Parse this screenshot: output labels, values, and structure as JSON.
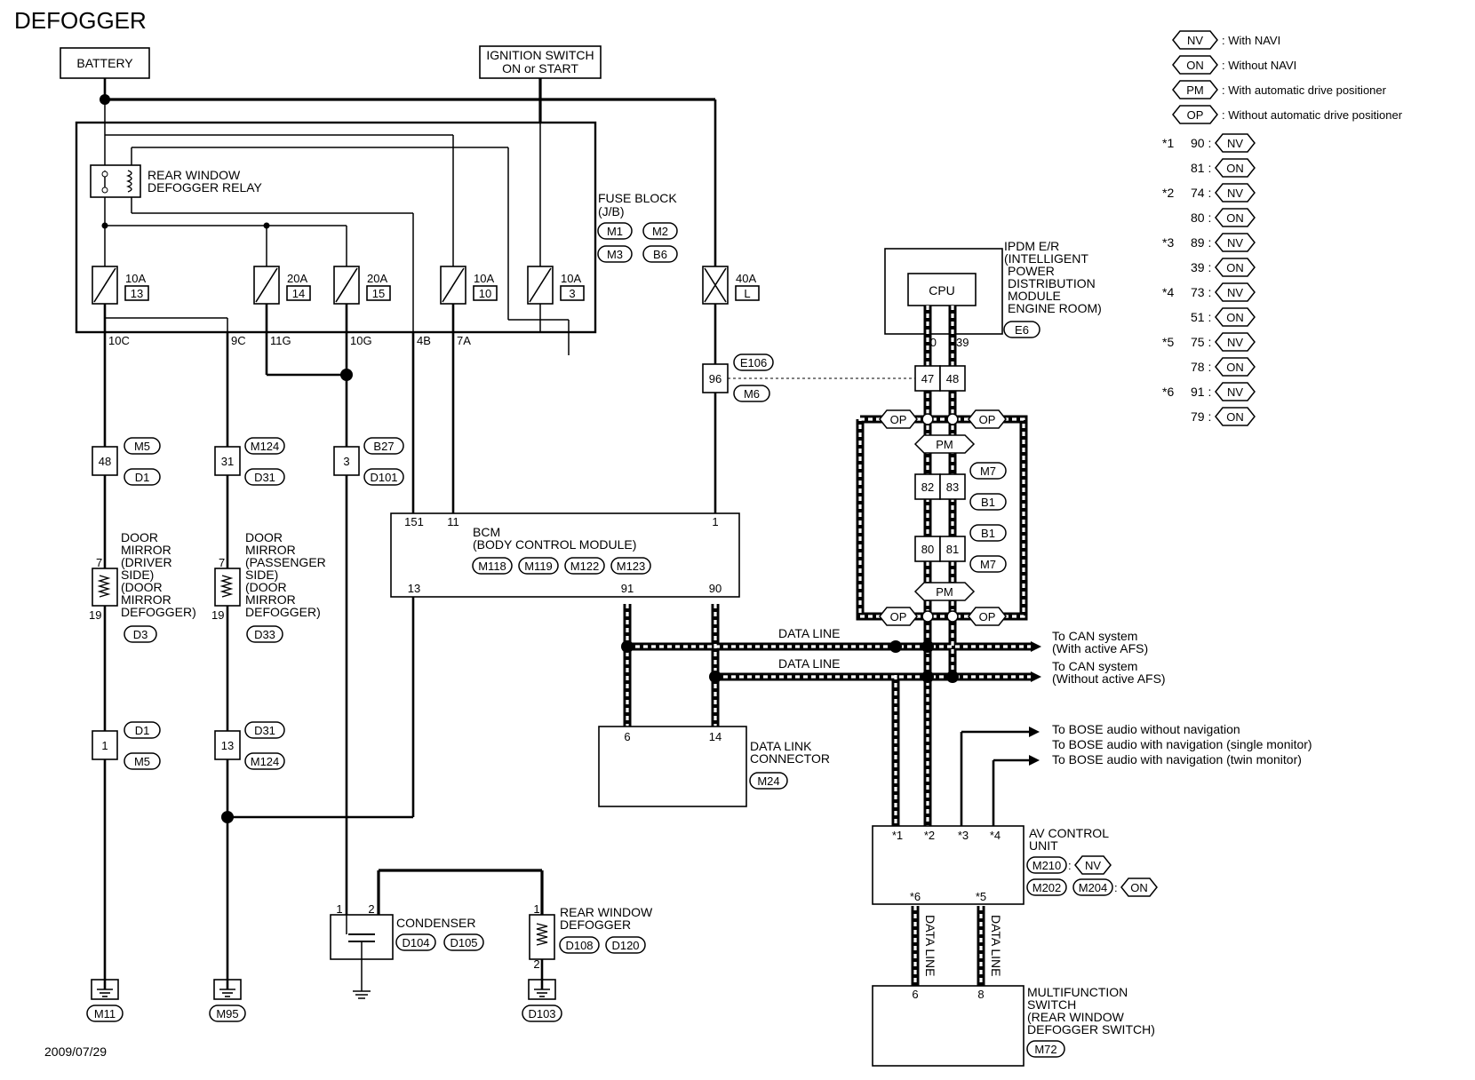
{
  "title": "DEFOGGER",
  "date": "2009/07/29",
  "legend": [
    {
      "code": "NV",
      "text": ": With NAVI"
    },
    {
      "code": "ON",
      "text": ": Without NAVI"
    },
    {
      "code": "PM",
      "text": ": With automatic drive positioner"
    },
    {
      "code": "OP",
      "text": ": Without automatic drive positioner"
    }
  ],
  "star_table": [
    {
      "star": "*1",
      "rows": [
        {
          "pin": "90 :",
          "code": "NV"
        },
        {
          "pin": "81 :",
          "code": "ON"
        }
      ]
    },
    {
      "star": "*2",
      "rows": [
        {
          "pin": "74 :",
          "code": "NV"
        },
        {
          "pin": "80 :",
          "code": "ON"
        }
      ]
    },
    {
      "star": "*3",
      "rows": [
        {
          "pin": "89 :",
          "code": "NV"
        },
        {
          "pin": "39 :",
          "code": "ON"
        }
      ]
    },
    {
      "star": "*4",
      "rows": [
        {
          "pin": "73 :",
          "code": "NV"
        },
        {
          "pin": "51 :",
          "code": "ON"
        }
      ]
    },
    {
      "star": "*5",
      "rows": [
        {
          "pin": "75 :",
          "code": "NV"
        },
        {
          "pin": "78 :",
          "code": "ON"
        }
      ]
    },
    {
      "star": "*6",
      "rows": [
        {
          "pin": "91 :",
          "code": "NV"
        },
        {
          "pin": "79 :",
          "code": "ON"
        }
      ]
    }
  ],
  "battery": "BATTERY",
  "ignition": {
    "line1": "IGNITION SWITCH",
    "line2": "ON or START"
  },
  "relay": {
    "line1": "REAR WINDOW",
    "line2": "DEFOGGER RELAY"
  },
  "fuse_block": {
    "line1": "FUSE BLOCK",
    "line2": "(J/B)",
    "connectors": [
      "M1",
      "M2",
      "M3",
      "B6"
    ],
    "fuses": [
      {
        "amp": "10A",
        "num": "13"
      },
      {
        "amp": "20A",
        "num": "14"
      },
      {
        "amp": "20A",
        "num": "15"
      },
      {
        "amp": "10A",
        "num": "10"
      },
      {
        "amp": "10A",
        "num": "3"
      },
      {
        "amp": "40A",
        "num": "L"
      }
    ],
    "terminals": [
      "10C",
      "9C",
      "11G",
      "10G",
      "4B",
      "7A"
    ]
  },
  "ipdm": {
    "line1": "IPDM E/R",
    "line2": "(INTELLIGENT",
    "line3": "POWER",
    "line4": "DISTRIBUTION",
    "line5": "MODULE",
    "line6": "ENGINE ROOM)",
    "cpu": "CPU",
    "connector": "E6",
    "pin1": "40",
    "pin2": "39"
  },
  "e106": {
    "pin": "96",
    "conn1": "E106",
    "conn2": "M6"
  },
  "joint_47_48": [
    "47",
    "48"
  ],
  "joint_82_83": {
    "pins": [
      "82",
      "83"
    ],
    "conn1": "M7",
    "conn2": "B1"
  },
  "joint_80_81": {
    "pins": [
      "80",
      "81"
    ],
    "conn1": "B1",
    "conn2": "M7"
  },
  "op": "OP",
  "pm": "PM",
  "conn_48": {
    "pin": "48",
    "c1": "M5",
    "c2": "D1"
  },
  "conn_31": {
    "pin": "31",
    "c1": "M124",
    "c2": "D31"
  },
  "conn_3": {
    "pin": "3",
    "c1": "B27",
    "c2": "D101"
  },
  "mirror_driver": {
    "l1": "DOOR",
    "l2": "MIRROR",
    "l3": "(DRIVER",
    "l4": "SIDE)",
    "l5": "(DOOR",
    "l6": "MIRROR",
    "l7": "DEFOGGER)",
    "conn": "D3",
    "pin_top": "7",
    "pin_bot": "19"
  },
  "mirror_pass": {
    "l1": "DOOR",
    "l2": "MIRROR",
    "l3": "(PASSENGER",
    "l4": "SIDE)",
    "l5": "(DOOR",
    "l6": "MIRROR",
    "l7": "DEFOGGER)",
    "conn": "D33",
    "pin_top": "7",
    "pin_bot": "19"
  },
  "conn_1": {
    "pin": "1",
    "c1": "D1",
    "c2": "M5"
  },
  "conn_13": {
    "pin": "13",
    "c1": "D31",
    "c2": "M124"
  },
  "bcm": {
    "line1": "BCM",
    "line2": "(BODY CONTROL MODULE)",
    "connectors": [
      "M118",
      "M119",
      "M122",
      "M123"
    ],
    "pins_top": [
      "151",
      "11",
      "1"
    ],
    "pins_bot": [
      "13",
      "91",
      "90"
    ]
  },
  "data_line": "DATA LINE",
  "can_with": {
    "l1": "To CAN system",
    "l2": "(With active AFS)"
  },
  "can_without": {
    "l1": "To CAN system",
    "l2": "(Without active AFS)"
  },
  "dlc": {
    "line1": "DATA LINK",
    "line2": "CONNECTOR",
    "conn": "M24",
    "pin1": "6",
    "pin2": "14"
  },
  "bose": [
    "To BOSE audio without navigation",
    "To BOSE audio with navigation (single monitor)",
    "To BOSE audio with navigation (twin monitor)"
  ],
  "av": {
    "line1": "AV CONTROL",
    "line2": "UNIT",
    "pins_top": [
      "*1",
      "*2",
      "*3",
      "*4"
    ],
    "pins_bot": [
      "*6",
      "*5"
    ],
    "conn1": "M210",
    "conn2": "M202",
    "conn3": "M204",
    "nv": "NV",
    "on": "ON"
  },
  "mfs": {
    "line1": "MULTIFUNCTION",
    "line2": "SWITCH",
    "line3": "(REAR WINDOW",
    "line4": "DEFOGGER SWITCH)",
    "conn": "M72",
    "pin1": "6",
    "pin2": "8"
  },
  "condenser": {
    "label": "CONDENSER",
    "c1": "D104",
    "c2": "D105",
    "pin1": "1",
    "pin2": "2"
  },
  "rear_def": {
    "line1": "REAR WINDOW",
    "line2": "DEFOGGER",
    "c1": "D108",
    "c2": "D120",
    "pin1": "1",
    "pin2": "2"
  },
  "grounds": [
    "M11",
    "M95",
    "D103"
  ]
}
